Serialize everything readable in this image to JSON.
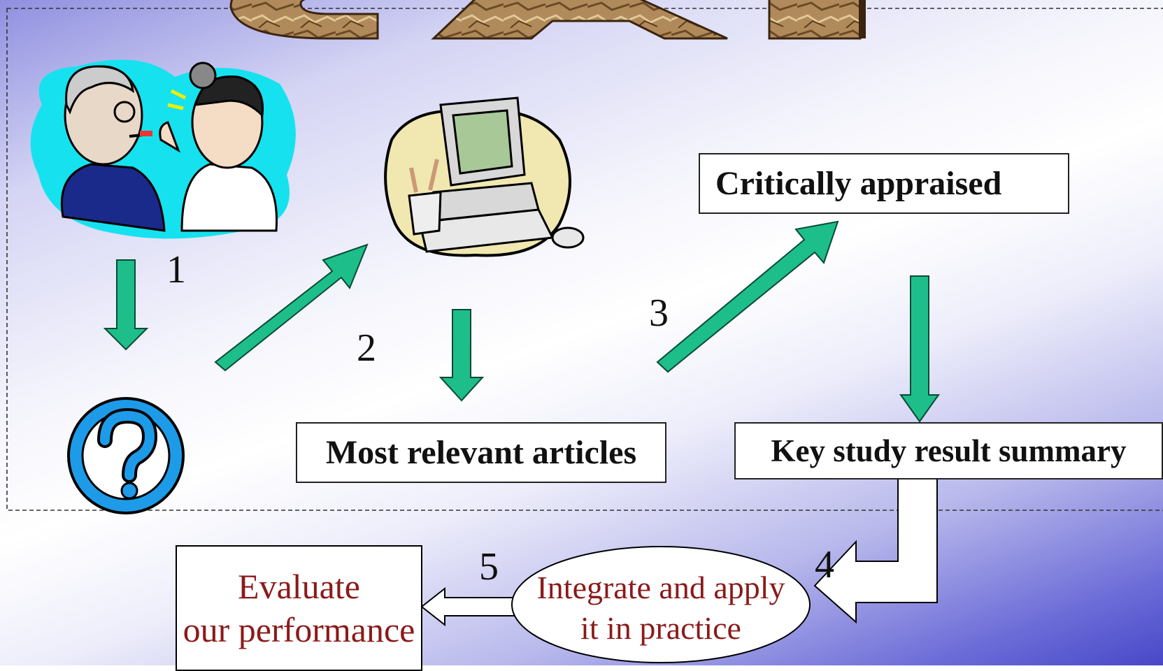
{
  "title_text": "CAT",
  "steps": {
    "step1": "1",
    "step2": "2",
    "step3": "3",
    "step4": "4",
    "step5": "5"
  },
  "boxes": {
    "critically_appraised": "Critically appraised",
    "most_relevant_articles": "Most relevant articles",
    "key_study_result_summary": "Key study result summary",
    "integrate_line1": "Integrate and apply",
    "integrate_line2": "it in practice",
    "evaluate_line1": "Evaluate",
    "evaluate_line2": "our performance"
  },
  "colors": {
    "arrow_fill": "#1dbe8a",
    "evaluate_text": "#8b1a1a",
    "question_blue": "#1e9be8"
  },
  "icons": [
    "doctor-patient-clipart-icon",
    "computer-clipart-icon",
    "question-mark-icon"
  ]
}
